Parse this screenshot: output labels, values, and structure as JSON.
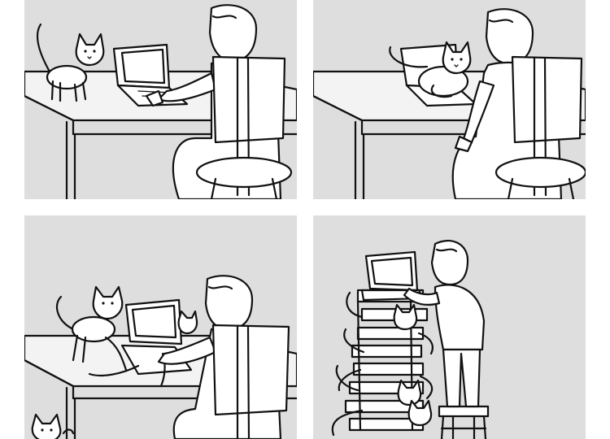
{
  "comic": {
    "panel_count": 4,
    "background_color": "#dedede",
    "ink_color": "#111111",
    "cats_by_panel": [
      1,
      1,
      3,
      10
    ],
    "icons": [
      "person-figure",
      "laptop-icon",
      "cat-figure",
      "desk",
      "office-chair",
      "step-stool"
    ]
  }
}
